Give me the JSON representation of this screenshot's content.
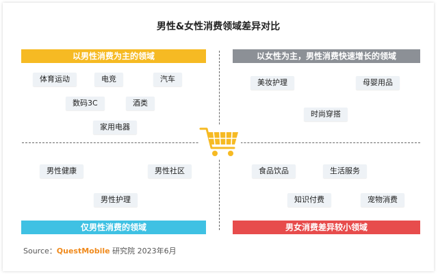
{
  "title": "男性&女性消费领域差异对比",
  "quadrants": {
    "top_left": {
      "label": "以男性消费为主的领域",
      "items": [
        "体育运动",
        "电竞",
        "汽车",
        "数码3C",
        "酒类",
        "家用电器"
      ]
    },
    "top_right": {
      "label": "以女性为主，男性消费快速增长的领域",
      "items": [
        "美妆护理",
        "母婴用品",
        "时尚穿搭"
      ]
    },
    "bottom_left": {
      "label": "仅男性消费的领域",
      "items": [
        "男性健康",
        "男性社区",
        "男性护理"
      ]
    },
    "bottom_right": {
      "label": "男女消费差异较小领域",
      "items": [
        "食品饮品",
        "生活服务",
        "知识付费",
        "宠物消费"
      ]
    }
  },
  "colors": {
    "top_left": "#f6ba23",
    "top_right": "#8c9096",
    "bottom_left": "#3fc1e3",
    "bottom_right": "#e74c4c",
    "cart": "#f6ba23"
  },
  "center_icon": "shopping-cart-icon",
  "source": {
    "prefix": "Source：",
    "brand": "QuestMobile",
    "suffix": " 研究院 2023年6月"
  }
}
